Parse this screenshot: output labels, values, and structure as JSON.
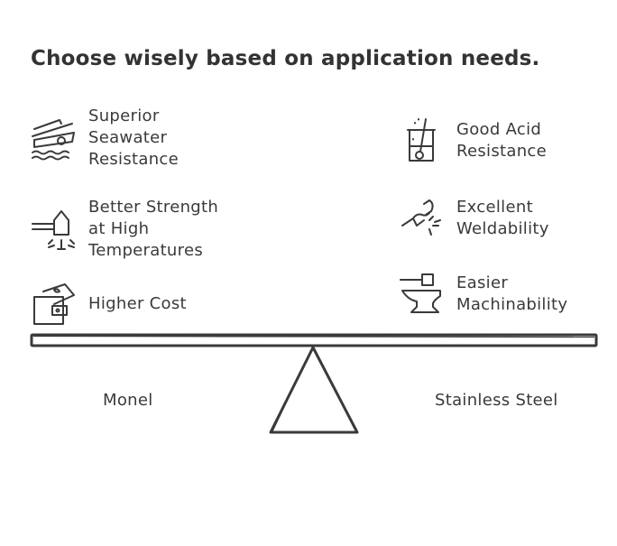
{
  "title": "Choose wisely based on application needs.",
  "left": {
    "name": "Monel",
    "items": [
      {
        "label": "Superior\nSeawater\nResistance",
        "icon": "ship-on-water-icon"
      },
      {
        "label": "Better Strength\nat High\nTemperatures",
        "icon": "heated-rod-icon"
      },
      {
        "label": "Higher Cost",
        "icon": "wallet-with-cash-icon"
      }
    ]
  },
  "right": {
    "name": "Stainless Steel",
    "items": [
      {
        "label": "Good Acid\nResistance",
        "icon": "beaker-with-stirrer-icon"
      },
      {
        "label": "Excellent\nWeldability",
        "icon": "welding-torch-icon"
      },
      {
        "label": "Easier\nMachinability",
        "icon": "anvil-hammer-icon"
      }
    ]
  },
  "colors": {
    "ink": "#3a3a3a",
    "background": "#ffffff"
  }
}
